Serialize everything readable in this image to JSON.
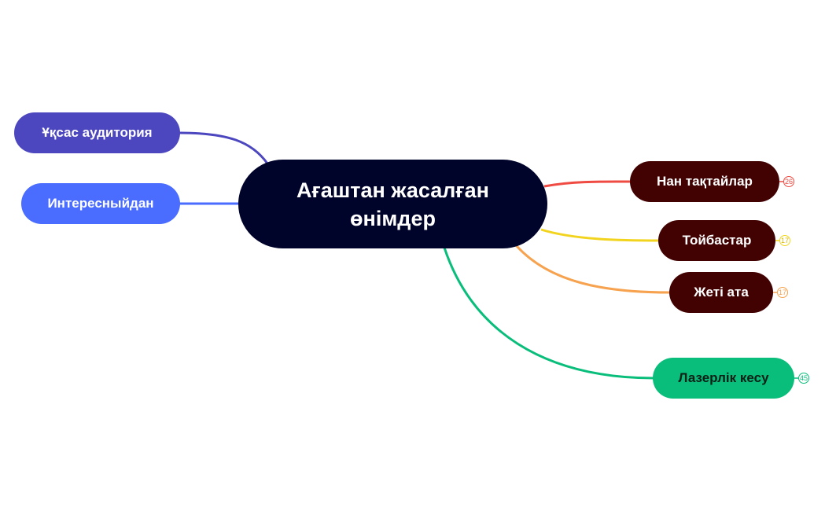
{
  "central": {
    "label": "Ағаштан жасалған өнімдер",
    "color": "#00032a"
  },
  "left_topics": [
    {
      "label": "Ұқсас аудитория",
      "color": "#4c47bf",
      "line_color": "#4c47bf"
    },
    {
      "label": "Интересныйдан",
      "color": "#4a6cff",
      "line_color": "#4a6cff"
    }
  ],
  "right_topics": [
    {
      "label": "Нан тақтайлар",
      "color": "#420202",
      "line_color": "#ef4b43",
      "badge": "26"
    },
    {
      "label": "Тойбастар",
      "color": "#420202",
      "line_color": "#f2d41f",
      "badge": "17"
    },
    {
      "label": "Жеті ата",
      "color": "#420202",
      "line_color": "#f6a24e",
      "badge": "17"
    },
    {
      "label": "Лазерлік кесу",
      "color": "#09bd7b",
      "line_color": "#09bd7b",
      "badge": "45"
    }
  ]
}
